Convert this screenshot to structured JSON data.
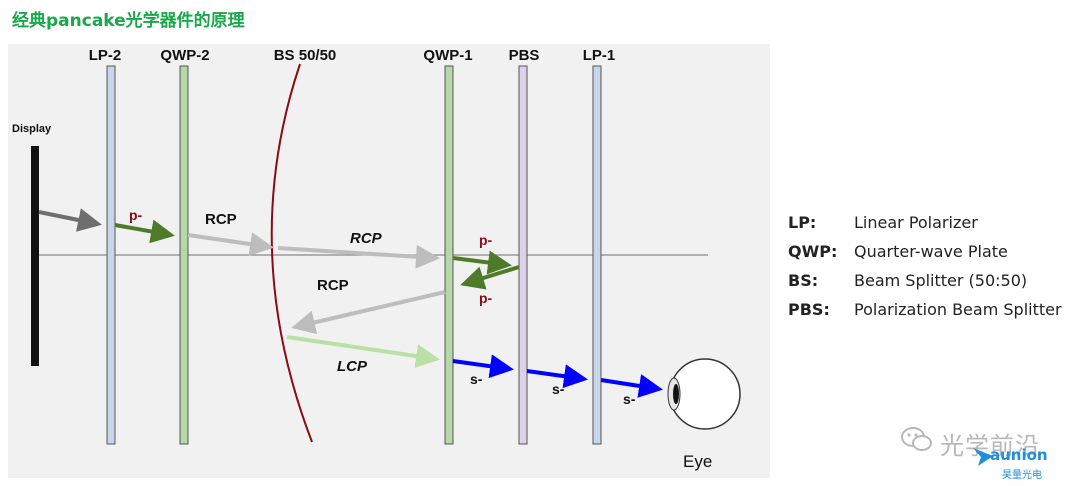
{
  "title": "经典pancake光学器件的原理",
  "diagram": {
    "display_label": "Display",
    "elements": {
      "lp2": "LP-2",
      "qwp2": "QWP-2",
      "bs": "BS 50/50",
      "qwp1": "QWP-1",
      "pbs": "PBS",
      "lp1": "LP-1"
    },
    "beam_labels": {
      "p_minus_1": "p-",
      "rcp_1": "RCP",
      "rcp_2": "RCP",
      "p_minus_2": "p-",
      "p_minus_3": "p-",
      "rcp_3": "RCP",
      "lcp": "LCP",
      "s_minus_1": "s-",
      "s_minus_2": "s-",
      "s_minus_3": "s-"
    },
    "eye_label": "Eye",
    "colors": {
      "lp": "#c9d6ea",
      "qwp": "#b6d7a8",
      "pbs": "#d9d2e9",
      "bs": "#8b0a14",
      "p_beam": "#4f7a28",
      "s_beam": "#0000ff",
      "circular_beam": "#bdbdbd",
      "lcp_beam": "#b9e0a5",
      "p_label": "#8b0a14"
    }
  },
  "legend": [
    {
      "abbr": "LP:",
      "desc": "Linear Polarizer"
    },
    {
      "abbr": "QWP:",
      "desc": "Quarter-wave Plate"
    },
    {
      "abbr": "BS:",
      "desc": "Beam Splitter (50:50)"
    },
    {
      "abbr": "PBS:",
      "desc": "Polarization Beam Splitter"
    }
  ],
  "watermark": {
    "text": "光学前沿",
    "brand": "aunion",
    "brand_sub": "昊量光电",
    "icon": "wechat-icon"
  }
}
